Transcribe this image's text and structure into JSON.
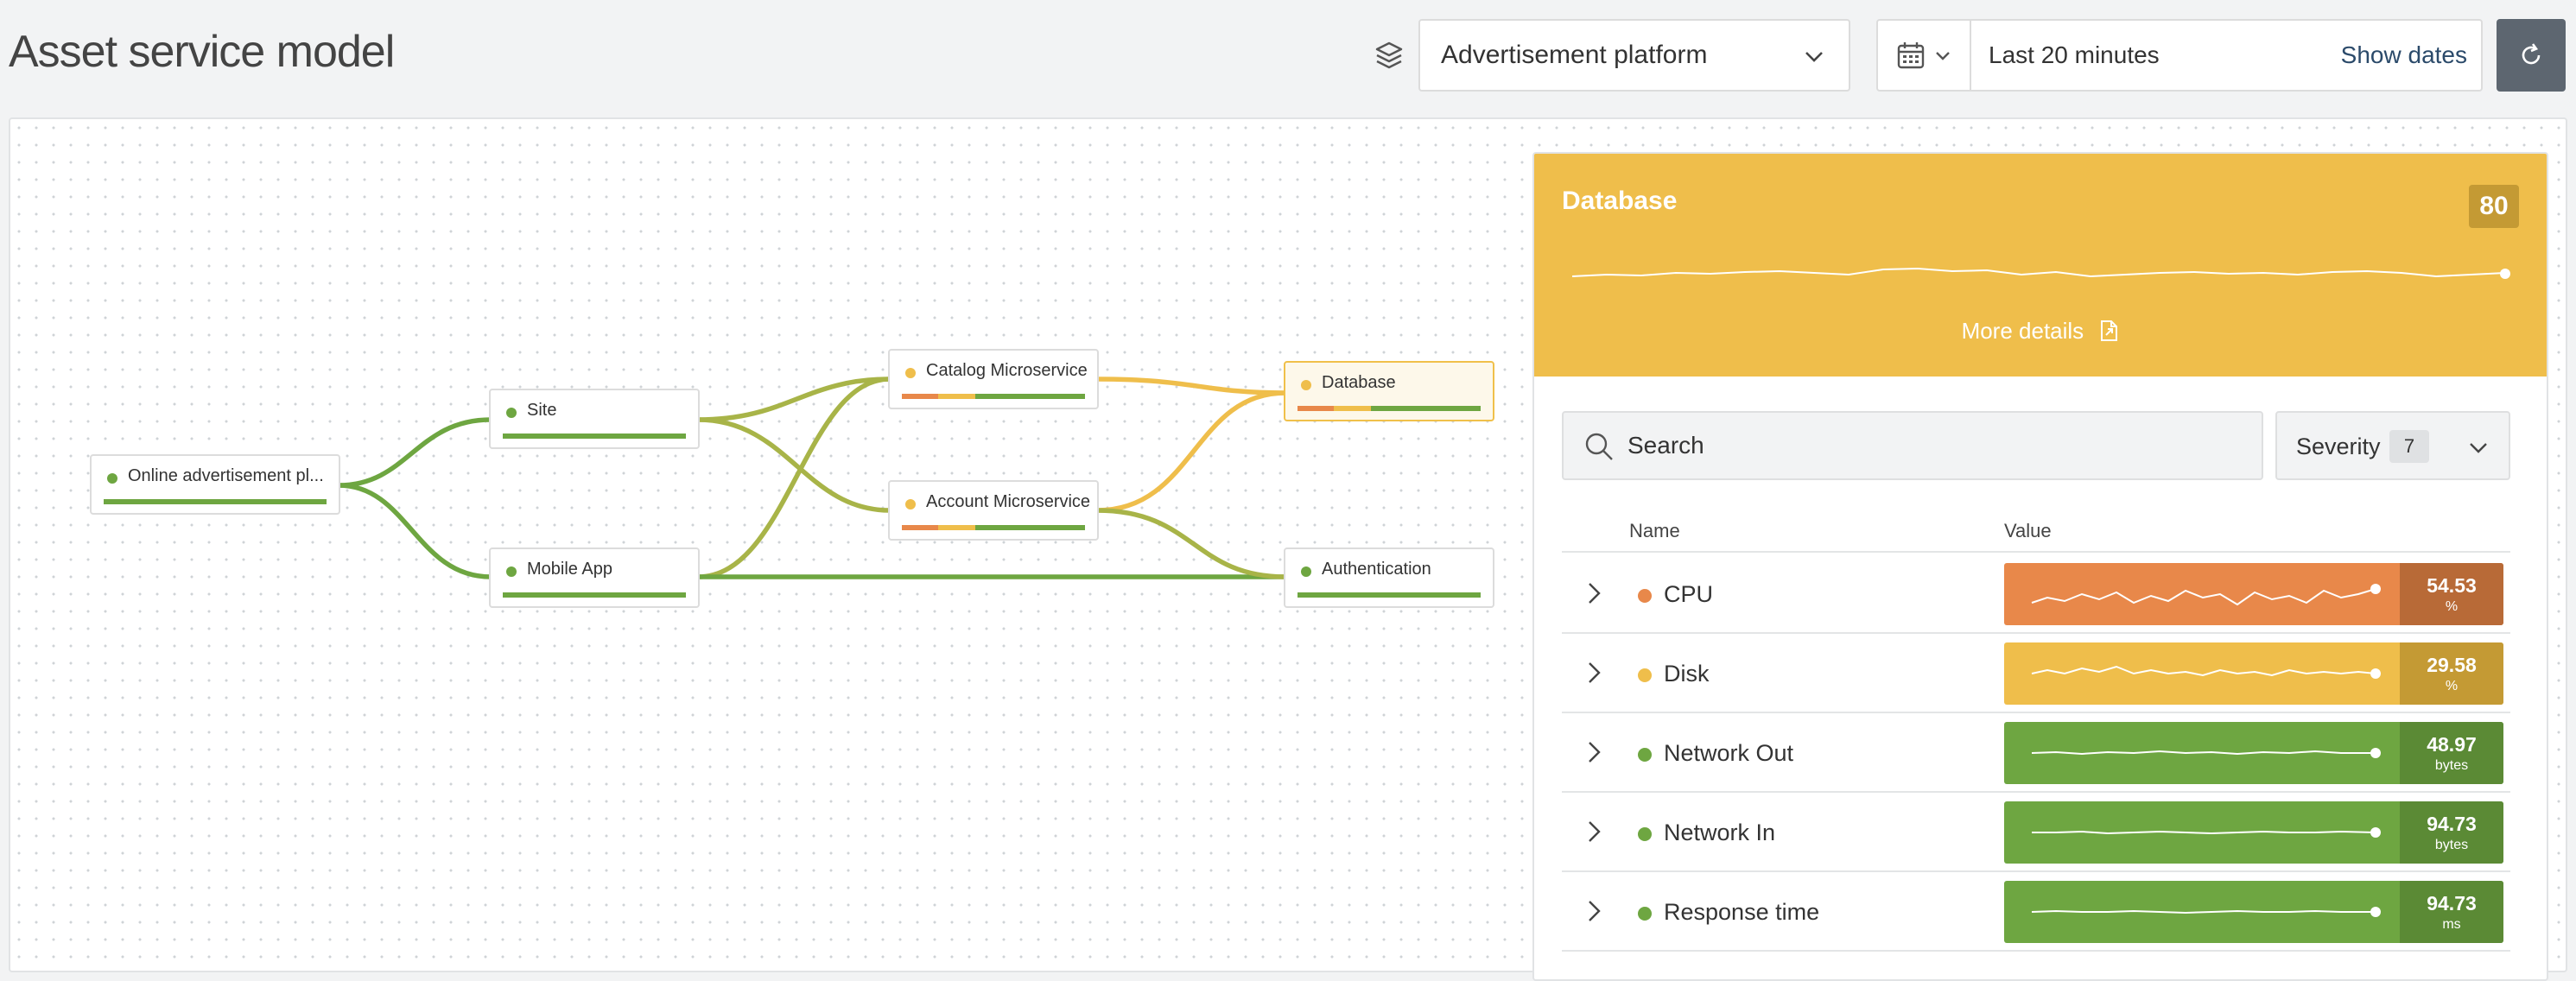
{
  "colors": {
    "green": "#6ea641",
    "green_dark": "#5b8a35",
    "yellow": "#efbe4b",
    "yellow_dark": "#c49a34",
    "orange": "#e8884a",
    "orange_dark": "#b86a37",
    "olive": "#a8b448"
  },
  "header": {
    "title": "Asset service model",
    "platform_select": {
      "value": "Advertisement platform"
    },
    "time_range": {
      "value": "Last 20 minutes",
      "show_dates_label": "Show dates"
    }
  },
  "service_map": {
    "nodes": [
      {
        "label": "Online advertisement pl...",
        "status": "green",
        "bar": [
          "green"
        ]
      },
      {
        "label": "Site",
        "status": "green",
        "bar": [
          "green"
        ]
      },
      {
        "label": "Mobile App",
        "status": "green",
        "bar": [
          "green"
        ]
      },
      {
        "label": "Catalog Microservice",
        "status": "yellow",
        "bar": [
          "orange",
          "yellow",
          "green",
          "green",
          "green"
        ]
      },
      {
        "label": "Account Microservice",
        "status": "yellow",
        "bar": [
          "orange",
          "yellow",
          "green",
          "green",
          "green"
        ]
      },
      {
        "label": "Database",
        "status": "yellow",
        "selected": true,
        "bar": [
          "orange",
          "yellow",
          "green",
          "green",
          "green"
        ]
      },
      {
        "label": "Authentication",
        "status": "green",
        "bar": [
          "green"
        ]
      }
    ]
  },
  "details_panel": {
    "title": "Database",
    "score": "80",
    "more_details_label": "More details",
    "search": {
      "placeholder": "Search"
    },
    "severity": {
      "label": "Severity",
      "count": "7"
    },
    "columns": {
      "name": "Name",
      "value": "Value"
    },
    "metrics": [
      {
        "name": "CPU",
        "status": "orange",
        "value": "54.53",
        "unit": "%"
      },
      {
        "name": "Disk",
        "status": "yellow",
        "value": "29.58",
        "unit": "%"
      },
      {
        "name": "Network Out",
        "status": "green",
        "value": "48.97",
        "unit": "bytes"
      },
      {
        "name": "Network In",
        "status": "green",
        "value": "94.73",
        "unit": "bytes"
      },
      {
        "name": "Response time",
        "status": "green",
        "value": "94.73",
        "unit": "ms"
      }
    ]
  }
}
